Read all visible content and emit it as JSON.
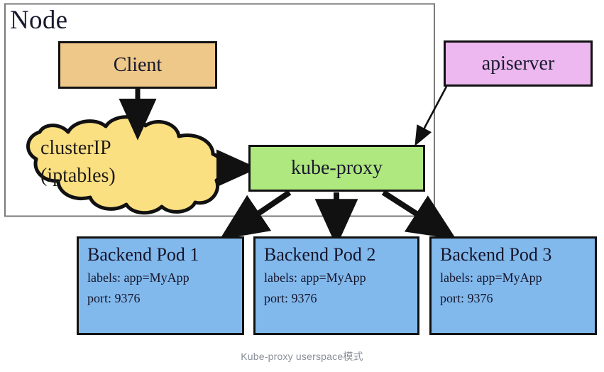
{
  "diagram": {
    "caption": "Kube-proxy userspace模式",
    "node_label": "Node",
    "colors": {
      "client_fill": "#edc889",
      "apiserver_fill": "#edb8f0",
      "kubeproxy_fill": "#aee87e",
      "cloud_fill": "#fae081",
      "pod_fill": "#82b9ec",
      "stroke": "#111111",
      "node_border": "#7a7a7a",
      "caption_color": "#8a8f98"
    },
    "nodes": {
      "client": {
        "label": "Client"
      },
      "apiserver": {
        "label": "apiserver"
      },
      "kubeproxy": {
        "label": "kube-proxy"
      },
      "clusterip": {
        "line1": "clusterIP",
        "line2": "(iptables)"
      }
    },
    "pods": [
      {
        "title": "Backend Pod 1",
        "labels": "labels: app=MyApp",
        "port": "port: 9376"
      },
      {
        "title": "Backend Pod 2",
        "labels": "labels: app=MyApp",
        "port": "port: 9376"
      },
      {
        "title": "Backend Pod 3",
        "labels": "labels: app=MyApp",
        "port": "port: 9376"
      }
    ],
    "edges": [
      {
        "from": "client",
        "to": "clusterip",
        "style": "thick-vertical"
      },
      {
        "from": "clusterip",
        "to": "kubeproxy",
        "style": "thick-horizontal"
      },
      {
        "from": "apiserver",
        "to": "kubeproxy",
        "style": "thin-diagonal"
      },
      {
        "from": "kubeproxy",
        "to": "pod1",
        "style": "thick-diagonal"
      },
      {
        "from": "kubeproxy",
        "to": "pod2",
        "style": "thick-vertical"
      },
      {
        "from": "kubeproxy",
        "to": "pod3",
        "style": "thick-diagonal"
      }
    ]
  }
}
